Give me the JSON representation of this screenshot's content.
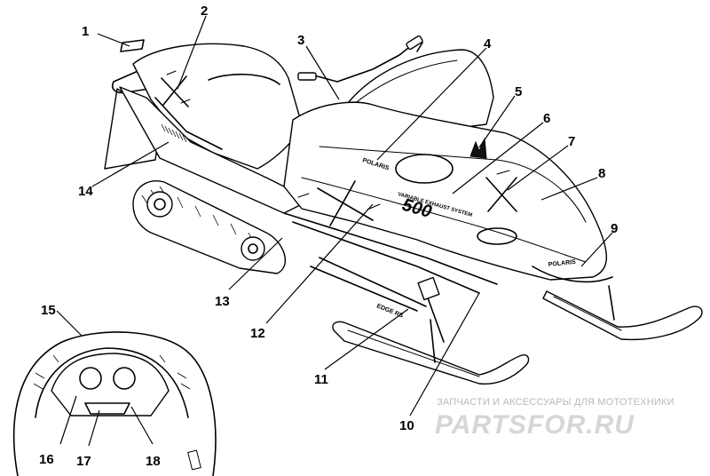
{
  "callouts": [
    "1",
    "2",
    "3",
    "4",
    "5",
    "6",
    "7",
    "8",
    "9",
    "10",
    "11",
    "12",
    "13",
    "14",
    "15",
    "16",
    "17",
    "18"
  ],
  "decals": {
    "brand_hood": "POLARIS",
    "brand_nose": "POLARIS",
    "model_number": "500",
    "system_text": "VARIABLE EXHAUST SYSTEM",
    "ski_text": "EDGE RS"
  },
  "watermark": {
    "top_line": "ЗАПЧАСТИ И АКСЕССУАРЫ ДЛЯ МОТОТЕХНИКИ",
    "logo": "PARTSFOR.RU"
  }
}
